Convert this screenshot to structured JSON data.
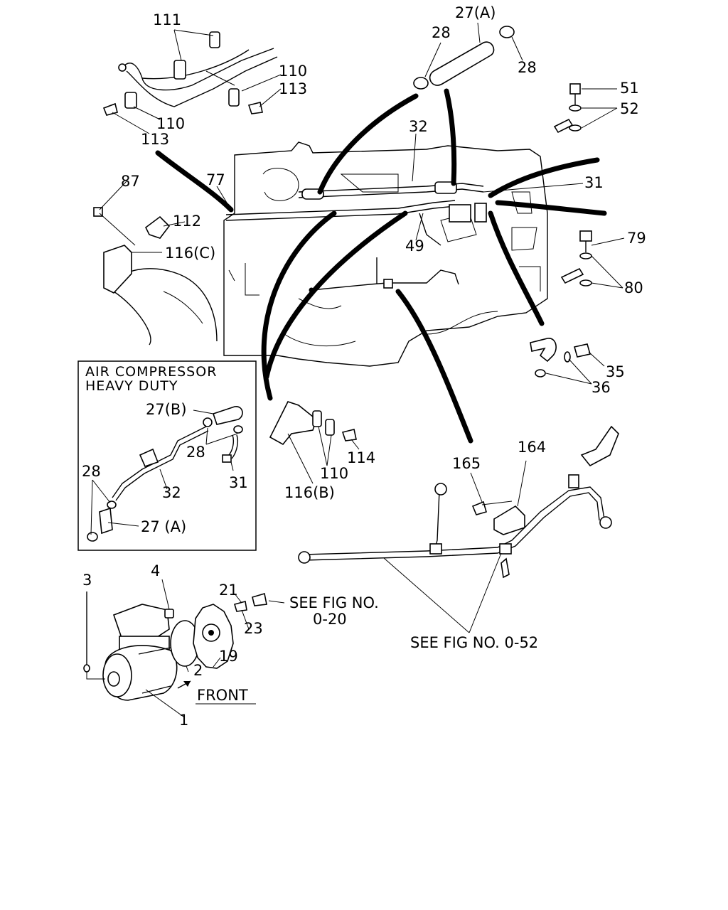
{
  "diagram": {
    "callouts": {
      "c111": "111",
      "c110_top": "110",
      "c113_right": "113",
      "c110_left": "110",
      "c113_left": "113",
      "c27a_top": "27(A)",
      "c28_tl": "28",
      "c28_tr": "28",
      "c51": "51",
      "c52": "52",
      "c32_top": "32",
      "c77": "77",
      "c31_top": "31",
      "c87": "87",
      "c112": "112",
      "c116c": "116(C)",
      "c49": "49",
      "c79": "79",
      "c80": "80",
      "c35": "35",
      "c36": "36",
      "c114": "114",
      "c110_mid": "110",
      "c116b": "116(B)",
      "c164": "164",
      "c165": "165",
      "c3": "3",
      "c4": "4",
      "c21": "21",
      "c23": "23",
      "c19": "19",
      "c2": "2",
      "c1": "1"
    },
    "inset": {
      "title_line1": "AIR  COMPRESSOR",
      "title_line2": "HEAVY  DUTY",
      "c27b": "27(B)",
      "c28_a": "28",
      "c31": "31",
      "c28_b": "28",
      "c32": "32",
      "c27a": "27 (A)"
    },
    "references": {
      "see_fig_1_line1": "SEE FIG NO.",
      "see_fig_1_line2": "0-20",
      "see_fig_2": "SEE FIG NO. 0-52",
      "front": "FRONT"
    }
  }
}
